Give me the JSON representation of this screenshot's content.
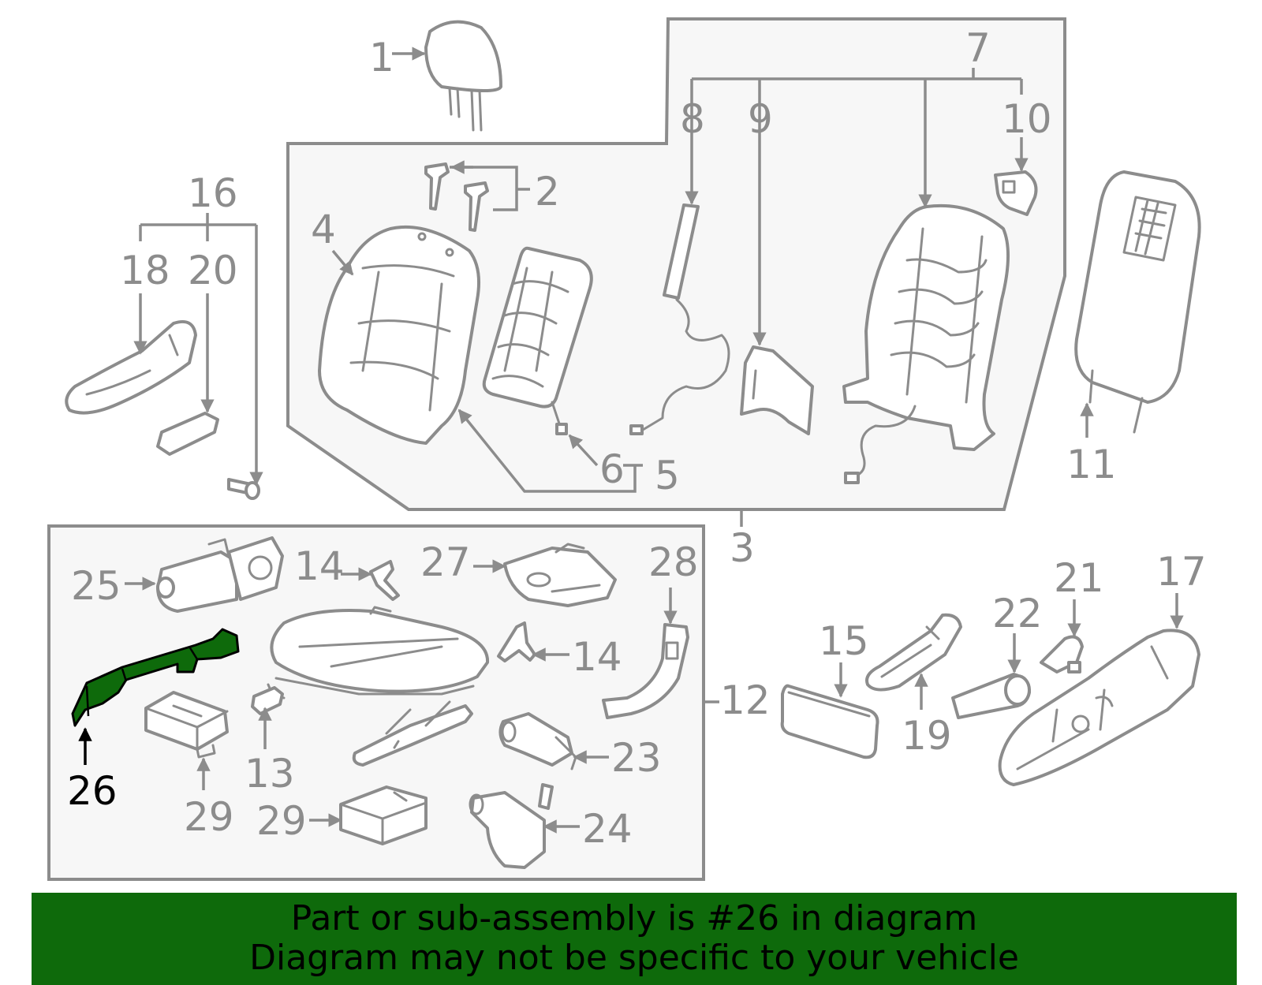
{
  "labels": {
    "l1": "1",
    "l2": "2",
    "l3": "3",
    "l4": "4",
    "l5": "5",
    "l6": "6",
    "l7": "7",
    "l8": "8",
    "l9": "9",
    "l10": "10",
    "l11": "11",
    "l12": "12",
    "l13": "13",
    "l14a": "14",
    "l14b": "14",
    "l15": "15",
    "l16": "16",
    "l17": "17",
    "l18": "18",
    "l19": "19",
    "l20": "20",
    "l21": "21",
    "l22": "22",
    "l23": "23",
    "l24": "24",
    "l25": "25",
    "l26": "26",
    "l27": "27",
    "l28": "28",
    "l29a": "29",
    "l29b": "29"
  },
  "highlight": {
    "part_number": "26",
    "color": "#0e6a0b"
  },
  "banner": {
    "line1": "Part or sub-assembly is #26 in diagram",
    "line2": "Diagram may not be specific to your vehicle",
    "background": "#0e6a0b"
  }
}
